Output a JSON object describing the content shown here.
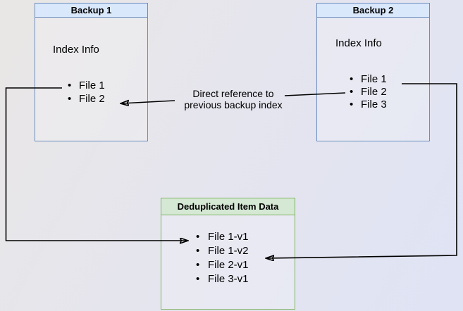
{
  "backup1": {
    "title": "Backup 1",
    "subtitle": "Index Info",
    "items": [
      "File 1",
      "File 2"
    ]
  },
  "backup2": {
    "title": "Backup 2",
    "subtitle": "Index Info",
    "items": [
      "File 1",
      "File 2",
      "File 3"
    ]
  },
  "dedup": {
    "title": "Deduplicated Item Data",
    "items": [
      "File 1-v1",
      "File 1-v2",
      "File 2-v1",
      "File 3-v1"
    ]
  },
  "annotation": {
    "line1": "Direct reference to",
    "line2": "previous backup index"
  },
  "colors": {
    "blue_fill": "#dae8fc",
    "blue_border": "#6c8ebf",
    "green_fill": "#d5e8d4",
    "green_border": "#82b366",
    "arrow": "#000000"
  }
}
